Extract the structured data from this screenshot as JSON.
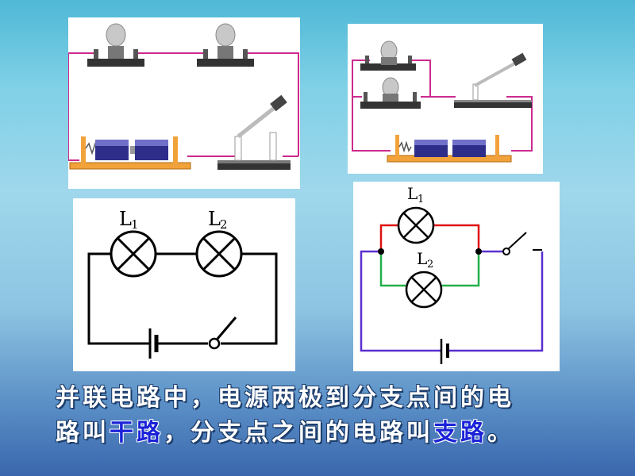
{
  "diagram1": {
    "title": "",
    "kind": "series-circuit-photo"
  },
  "diagram2": {
    "title": "",
    "kind": "parallel-circuit-photo"
  },
  "diagram3": {
    "L1": "L",
    "L1_sub": "1",
    "L2": "L",
    "L2_sub": "2"
  },
  "diagram4": {
    "L1": "L",
    "L1_sub": "1",
    "L2": "L",
    "L2_sub": "2"
  },
  "colors": {
    "main_wire": "#5a2fd0",
    "branch1_wire": "#e01010",
    "branch2_wire": "#22b04a",
    "photo_wire": "#cc2a8e"
  },
  "caption": {
    "line1": "并联电路中，电源两极到分支点间的电",
    "line2_a": "路叫",
    "line2_hl1": "干路",
    "line2_b": "，分支点之间的电路叫",
    "line2_hl2": "支路",
    "line2_c": "。"
  }
}
